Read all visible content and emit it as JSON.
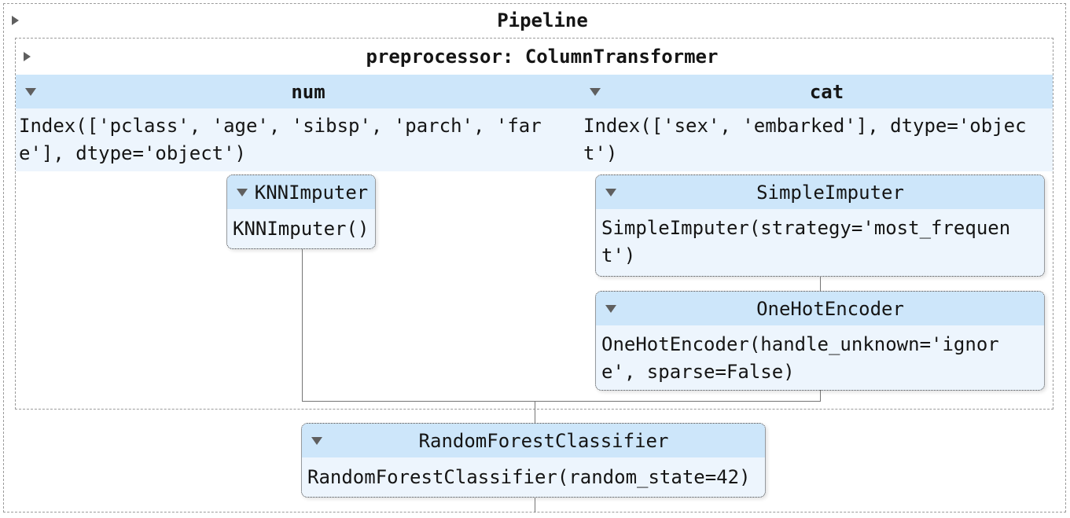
{
  "pipeline": {
    "title": "Pipeline",
    "preprocessor": {
      "title": "preprocessor: ColumnTransformer",
      "columns": [
        {
          "name": "num",
          "columns_index": "Index(['pclass', 'age', 'sibsp', 'parch', 'fare'], dtype='object')",
          "steps": [
            {
              "name": "KNNImputer",
              "repr": "KNNImputer()"
            }
          ]
        },
        {
          "name": "cat",
          "columns_index": "Index(['sex', 'embarked'], dtype='object')",
          "steps": [
            {
              "name": "SimpleImputer",
              "repr": "SimpleImputer(strategy='most_frequent')"
            },
            {
              "name": "OneHotEncoder",
              "repr": "OneHotEncoder(handle_unknown='ignore', sparse=False)"
            }
          ]
        }
      ]
    },
    "classifier": {
      "name": "RandomForestClassifier",
      "repr": "RandomForestClassifier(random_state=42)"
    }
  },
  "colors": {
    "estimator_header_bg": "#cde6fa",
    "estimator_body_bg": "#edf5fd",
    "dashed_border": "#9b9b9b",
    "dotted_border": "#3f3f3f",
    "connector_line": "#757575",
    "toggle_arrow": "#5f5f5f",
    "text": "#151515"
  }
}
